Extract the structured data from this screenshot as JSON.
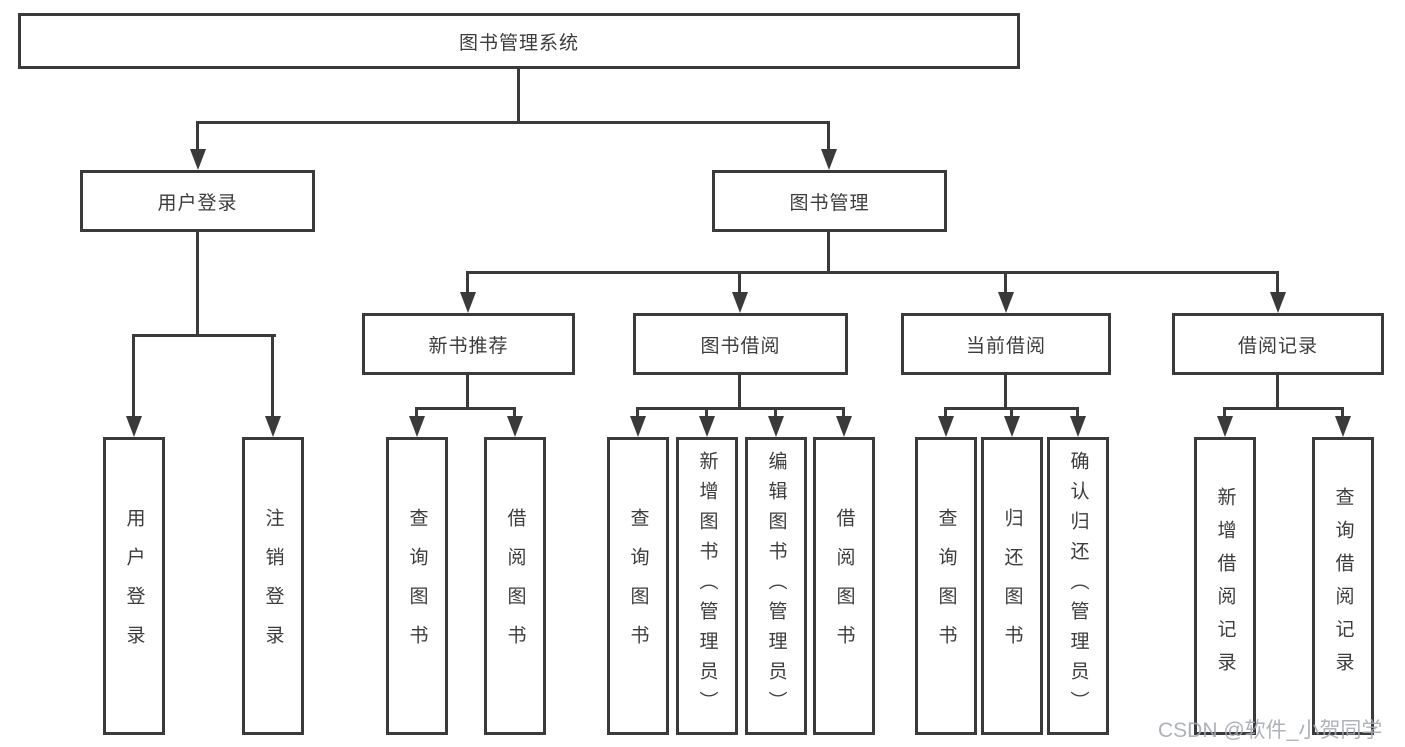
{
  "diagram": {
    "title": "图书管理系统",
    "level2": [
      {
        "label": "用户登录"
      },
      {
        "label": "图书管理"
      }
    ],
    "level3": [
      {
        "label": "新书推荐"
      },
      {
        "label": "图书借阅"
      },
      {
        "label": "当前借阅"
      },
      {
        "label": "借阅记录"
      }
    ],
    "leaves": [
      {
        "label": "用户登录",
        "parent": "用户登录"
      },
      {
        "label": "注销登录",
        "parent": "用户登录"
      },
      {
        "label": "查询图书",
        "parent": "新书推荐"
      },
      {
        "label": "借阅图书",
        "parent": "新书推荐"
      },
      {
        "label": "查询图书",
        "parent": "图书借阅"
      },
      {
        "label": "新增图书（管理员）",
        "parent": "图书借阅"
      },
      {
        "label": "编辑图书（管理员）",
        "parent": "图书借阅"
      },
      {
        "label": "借阅图书",
        "parent": "图书借阅"
      },
      {
        "label": "查询图书",
        "parent": "当前借阅"
      },
      {
        "label": "归还图书",
        "parent": "当前借阅"
      },
      {
        "label": "确认归还（管理员）",
        "parent": "当前借阅"
      },
      {
        "label": "新增借阅记录",
        "parent": "借阅记录"
      },
      {
        "label": "查询借阅记录",
        "parent": "借阅记录"
      }
    ],
    "watermark": "CSDN @软件_小贺同学",
    "colors": {
      "line": "#3a3a3a",
      "text": "#3c3c3c",
      "box_background": "#ffffff",
      "watermark": "#a5aab1"
    }
  }
}
